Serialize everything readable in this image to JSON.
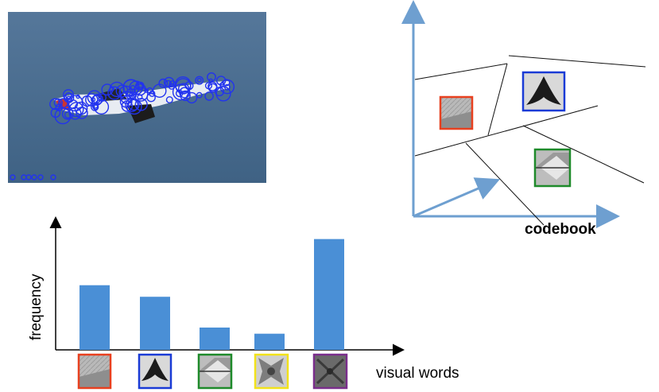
{
  "codebook_label": "codebook",
  "histogram": {
    "ylabel": "frequency",
    "xlabel": "visual words"
  },
  "chart_data": {
    "type": "bar",
    "xlabel": "visual words",
    "ylabel": "frequency",
    "categories": [
      "",
      "",
      "",
      "",
      ""
    ],
    "values": [
      84,
      69,
      29,
      21,
      144
    ],
    "ylim": [
      0,
      155
    ],
    "bar_color": "#4a8fd6",
    "word_frame_colors": [
      "#e8401f",
      "#1a3bd6",
      "#1e8a2a",
      "#f2e21a",
      "#7a2e8c"
    ]
  },
  "colors": {
    "axis_blue": "#6e9fd0",
    "keypoint_circles": "#2233ee",
    "photo_background": "#4a6d8f"
  },
  "codebook_patches": [
    {
      "icon": "gray-texture-patch",
      "frame_color": "#e8401f"
    },
    {
      "icon": "dark-butterfly-patch",
      "frame_color": "#1a3bd6"
    },
    {
      "icon": "chevron-edge-patch",
      "frame_color": "#1e8a2a"
    }
  ]
}
